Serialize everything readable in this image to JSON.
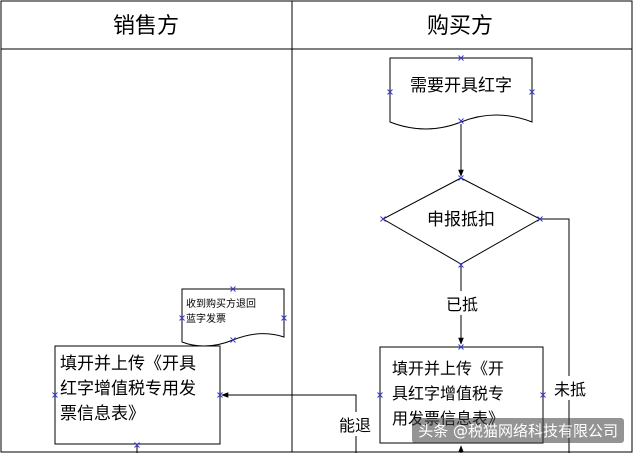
{
  "lanes": {
    "seller": "销售方",
    "buyer": "购买方"
  },
  "nodes": {
    "need_red_doc": "需要开具红字",
    "declare_deduct": "申报抵扣",
    "deducted_label": "已抵",
    "not_deducted_label": "未抵",
    "can_return_label": "能退",
    "buyer_fill_lines": [
      "填开并上传《开",
      "具红字增值税专",
      "用发票信息表》"
    ],
    "seller_fill_lines": [
      "填开并上传《开具",
      "红字增值税专用发",
      "票信息表》"
    ],
    "seller_received_doc_lines": [
      "收到购买方退回",
      "蓝字发票"
    ]
  },
  "watermark": "头条 @税猫网络科技有限公司",
  "colors": {
    "line": "#000000",
    "connector": "#3b3bd1",
    "background": "#ffffff"
  }
}
